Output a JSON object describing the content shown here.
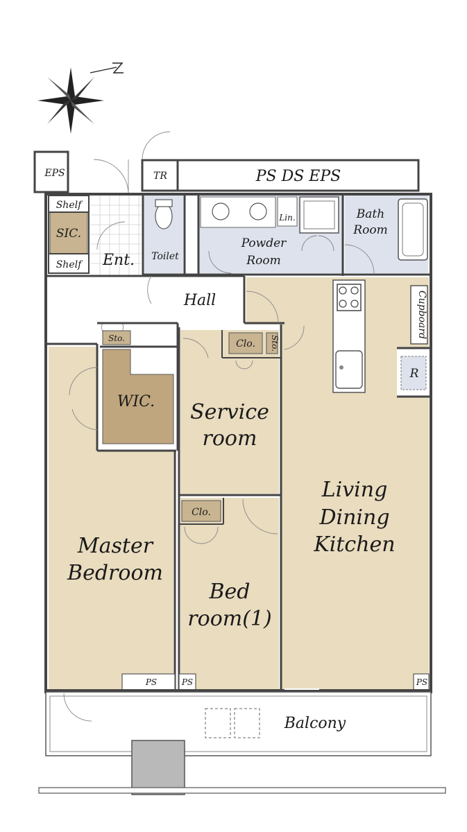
{
  "plan": {
    "rooms": {
      "eps_left": "EPS",
      "tr": "TR",
      "ps_ds_eps": "PS DS EPS",
      "shelf_top": "Shelf",
      "sic": "SIC.",
      "shelf_bottom": "Shelf",
      "entrance": "Ent.",
      "toilet": "Toilet",
      "linen": "Lin.",
      "powder_line1": "Powder",
      "powder_line2": "Room",
      "bath_line1": "Bath",
      "bath_line2": "Room",
      "hall": "Hall",
      "cupboard": "Cupboard",
      "fridge": "R",
      "storage_left": "Sto.",
      "closet_service": "Clo.",
      "storage_service": "Sto.",
      "wic": "WIC.",
      "service_line1": "Service",
      "service_line2": "room",
      "ldk_line1": "Living",
      "ldk_line2": "Dining",
      "ldk_line3": "Kitchen",
      "closet_bed": "Clo.",
      "master_line1": "Master",
      "master_line2": "Bedroom",
      "bed_line1": "Bed",
      "bed_line2": "room(1)",
      "ps_master": "PS",
      "ps_bed": "PS",
      "ps_ldk": "PS",
      "balcony": "Balcony"
    },
    "colors": {
      "living_area": "#e9dcbf",
      "wet_area": "#dde2ec",
      "storage": "#c8b491",
      "wic": "#bfa67e",
      "wall": "#444444",
      "column": "#b9b9b9"
    }
  }
}
